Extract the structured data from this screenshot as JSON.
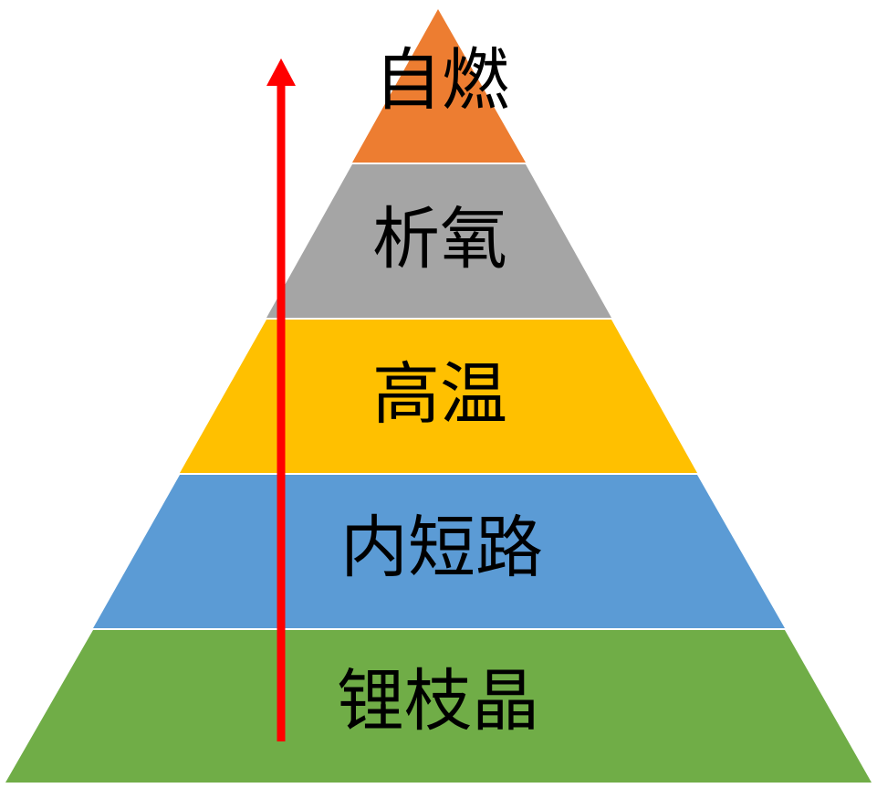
{
  "layers": [
    {
      "label": "自燃",
      "color": "#ED7D31"
    },
    {
      "label": "析氧",
      "color": "#A5A5A5"
    },
    {
      "label": "高温",
      "color": "#FFC000"
    },
    {
      "label": "内短路",
      "color": "#5B9BD5"
    },
    {
      "label": "锂枝晶",
      "color": "#70AD47"
    }
  ],
  "arrow": {
    "color": "#FF0000",
    "direction": "up"
  }
}
